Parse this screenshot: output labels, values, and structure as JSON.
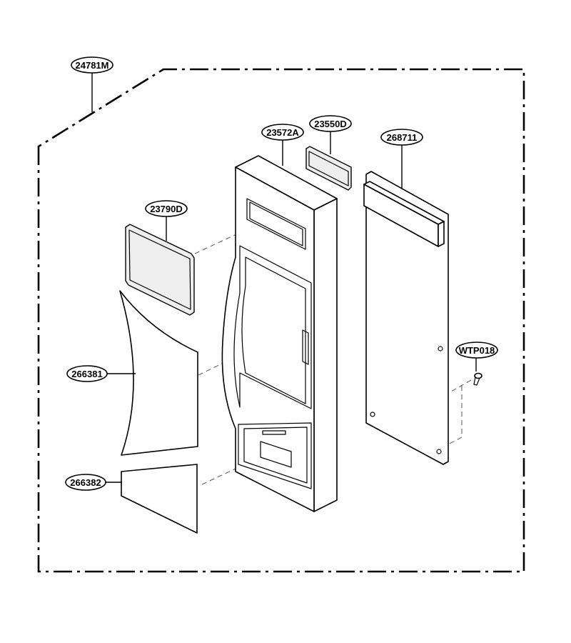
{
  "callouts": [
    {
      "id": "assembly",
      "label": "24781M"
    },
    {
      "id": "frame",
      "label": "23572A"
    },
    {
      "id": "window-small",
      "label": "23550D"
    },
    {
      "id": "pcb",
      "label": "268711"
    },
    {
      "id": "window-large",
      "label": "23790D"
    },
    {
      "id": "sheet-main",
      "label": "266381"
    },
    {
      "id": "sheet-lower",
      "label": "266382"
    },
    {
      "id": "screw",
      "label": "WTP018"
    }
  ]
}
